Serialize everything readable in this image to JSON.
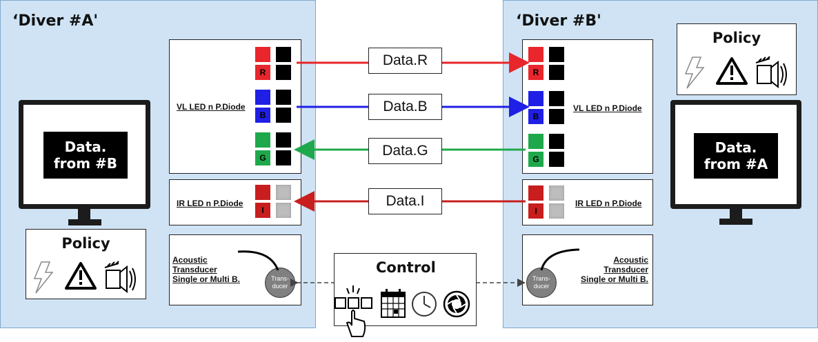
{
  "diver_a": {
    "title": "‘Diver #A'",
    "vl_label": "VL LED n P.Diode",
    "ir_label": "IR LED n P.Diode",
    "acoustic_lines": [
      "Acoustic",
      "Transducer",
      "Single or Multi B."
    ],
    "transducer_lines": [
      "Trans-",
      "ducer"
    ],
    "monitor_lines": [
      "Data.",
      "from #B"
    ],
    "policy_title": "Policy",
    "squares": {
      "red": "R",
      "blue": "B",
      "green": "G",
      "ir": "I"
    }
  },
  "diver_b": {
    "title": "‘Diver #B'",
    "vl_label": "VL LED n P.Diode",
    "ir_label": "IR LED n P.Diode",
    "acoustic_lines": [
      "Acoustic",
      "Transducer",
      "Single or Multi B."
    ],
    "transducer_lines": [
      "Trans-",
      "ducer"
    ],
    "monitor_lines": [
      "Data.",
      "from #A"
    ],
    "policy_title": "Policy",
    "squares": {
      "red": "R",
      "blue": "B",
      "green": "G",
      "ir": "I"
    }
  },
  "channels": {
    "red": "Data.R",
    "blue": "Data.B",
    "green": "Data.G",
    "ir": "Data.I"
  },
  "control": {
    "title": "Control"
  },
  "icons": [
    "lightning-icon",
    "warning-icon",
    "speaker-icon",
    "button-press-icon",
    "calendar-icon",
    "clock-icon",
    "aperture-icon"
  ],
  "colors": {
    "panel": "#cfe3f5",
    "red": "#e8262b",
    "blue": "#1f1fe6",
    "green": "#1fa84b",
    "ir": "#c81e1e",
    "black": "#000000"
  }
}
